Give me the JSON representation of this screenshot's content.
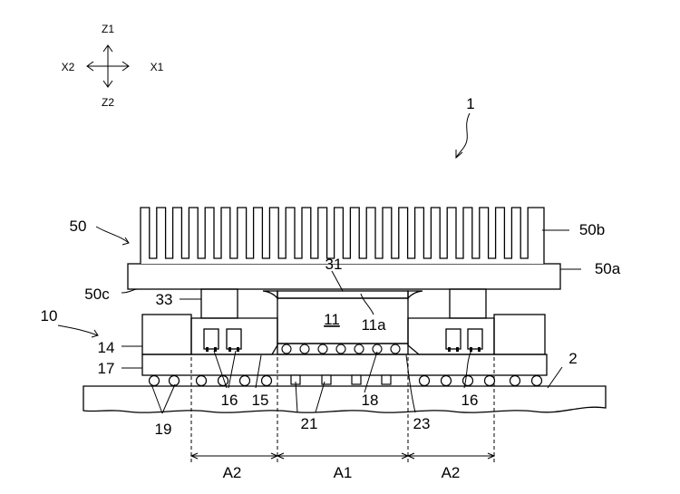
{
  "axes": {
    "z1": "Z1",
    "z2": "Z2",
    "x1": "X1",
    "x2": "X2"
  },
  "labels": {
    "assembly": "1",
    "heat_sink": "50",
    "fins": "50b",
    "base": "50a",
    "base_bottom": "50c",
    "spacer": "33",
    "package": "10",
    "chip": "11",
    "chip_top": "11a",
    "thermal_layer": "31",
    "component_block": "14",
    "substrate": "17",
    "board": "2",
    "small_parts_left": "16",
    "small_parts_right": "16",
    "mold": "15",
    "bumps": "18",
    "underfill": "23",
    "pads": "21",
    "solder_balls": "19"
  },
  "regions": [
    "A2",
    "A1",
    "A2"
  ]
}
